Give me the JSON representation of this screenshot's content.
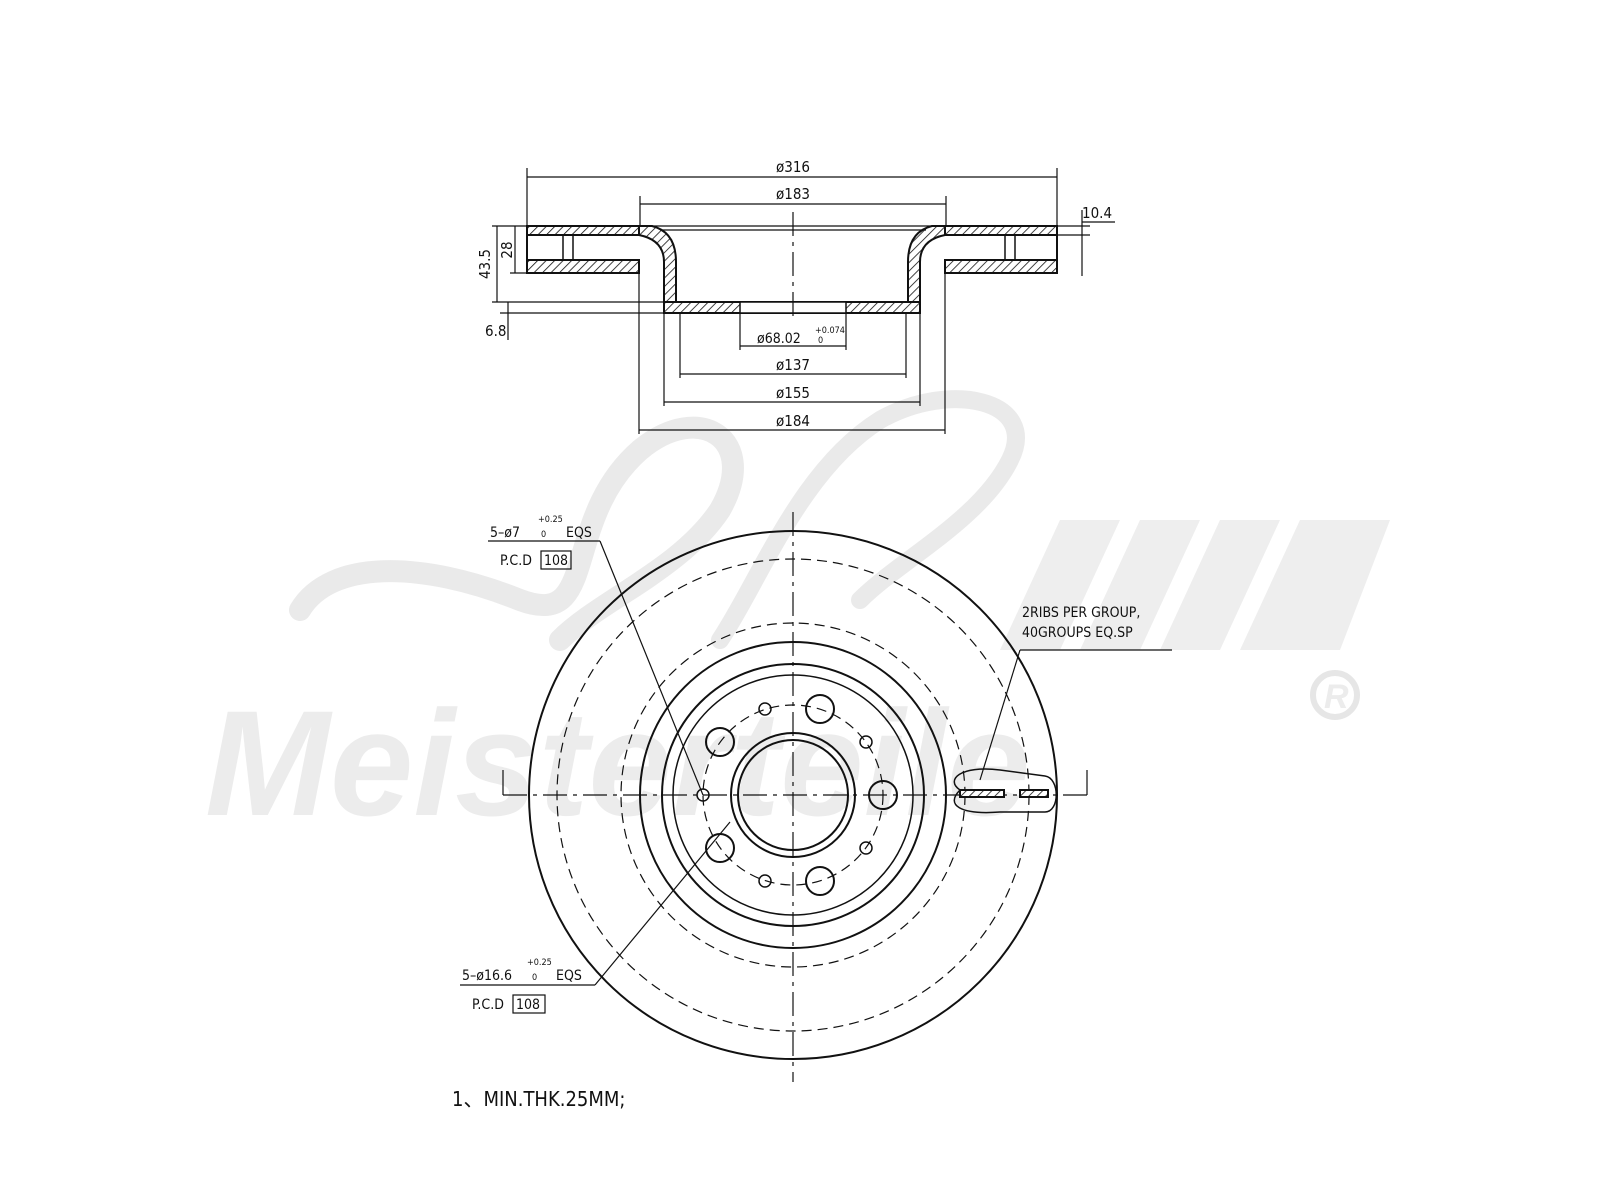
{
  "watermark": {
    "brand": "Meisterteile",
    "registered_mark": "R"
  },
  "section_view": {
    "dims": {
      "outer_diameter": "ø316",
      "hat_top_diameter": "ø183",
      "disc_thickness_top": "10.4",
      "height_total": "43.5",
      "thickness": "28",
      "hat_thickness": "6.8",
      "center_bore_value": "ø68.02",
      "center_bore_tol_upper": "+0.074",
      "center_bore_tol_lower": "0",
      "d137": "ø137",
      "d155": "ø155",
      "d184": "ø184"
    }
  },
  "front_view": {
    "small_holes": {
      "prefix": "5–ø7",
      "tol_upper": "+0.25",
      "tol_lower": "0",
      "suffix": "EQS",
      "pcd_label": "P.C.D",
      "pcd_value": "108"
    },
    "large_holes": {
      "prefix": "5–ø16.6",
      "tol_upper": "+0.25",
      "tol_lower": "0",
      "suffix": "EQS",
      "pcd_label": "P.C.D",
      "pcd_value": "108"
    },
    "ribs_note": {
      "line1": "2RIBS PER GROUP,",
      "line2": "40GROUPS EQ.SP"
    }
  },
  "notes": {
    "note1": "1、MIN.THK.25MM;"
  }
}
